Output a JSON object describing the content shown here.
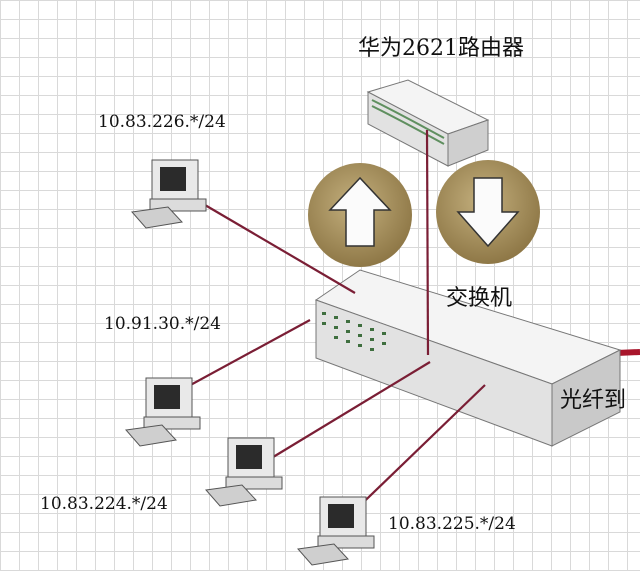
{
  "labels": {
    "router": "华为2621路由器",
    "switch": "交换机",
    "fiber": "光纤到",
    "subnet_top": "10.83.226.*/24",
    "subnet_mid": "10.91.30.*/24",
    "subnet_bottom_left": "10.83.224.*/24",
    "subnet_bottom_right": "10.83.225.*/24"
  },
  "colors": {
    "link_line": "#7a1e35",
    "fiber_line": "#a8152b",
    "arrow_disc": "#a08a56",
    "device_body": "#ededed"
  },
  "icons": {
    "uplink": "arrow-up-icon",
    "downlink": "arrow-down-icon"
  }
}
